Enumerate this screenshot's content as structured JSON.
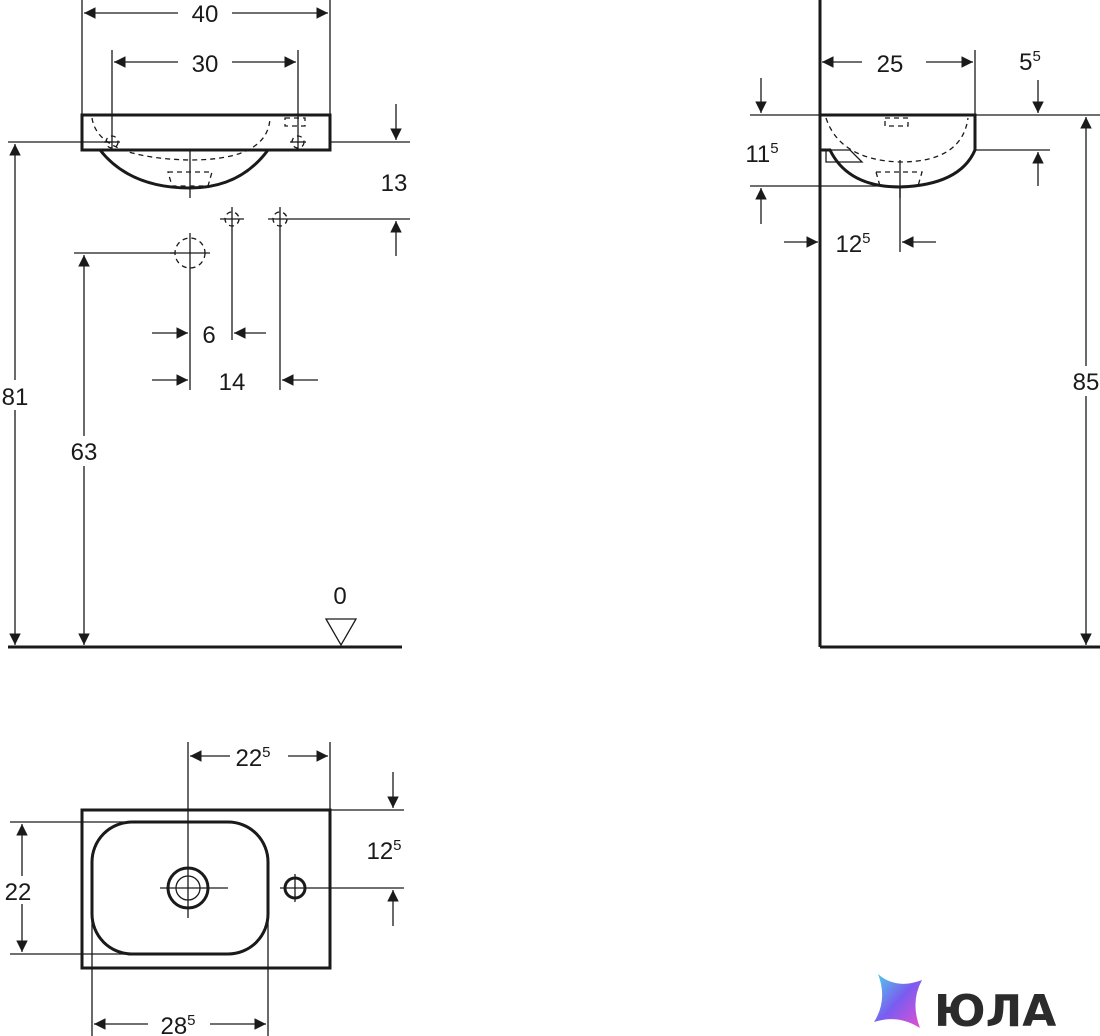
{
  "front_view": {
    "width_total": "40",
    "tap_spacing": "30",
    "rim_to_outlet": "13",
    "height_rim": "81",
    "height_waste": "63",
    "floor_level": "0",
    "offset_small": "6",
    "offset_large": "14"
  },
  "side_view": {
    "depth": "25",
    "overhang_main": "5",
    "overhang_sup": "5",
    "bowl_height_main": "11",
    "bowl_height_sup": "5",
    "waste_offset_main": "12",
    "waste_offset_sup": "5",
    "height_total": "85"
  },
  "top_view": {
    "waste_position_main": "22",
    "waste_position_sup": "5",
    "depth": "22",
    "tap_hole_offset_main": "12",
    "tap_hole_offset_sup": "5",
    "bowl_width_main": "28",
    "bowl_width_sup": "5"
  },
  "logo": {
    "text": "ЮЛА",
    "colors": [
      "#4fd1e8",
      "#7a5cf0",
      "#e84fd0"
    ]
  }
}
